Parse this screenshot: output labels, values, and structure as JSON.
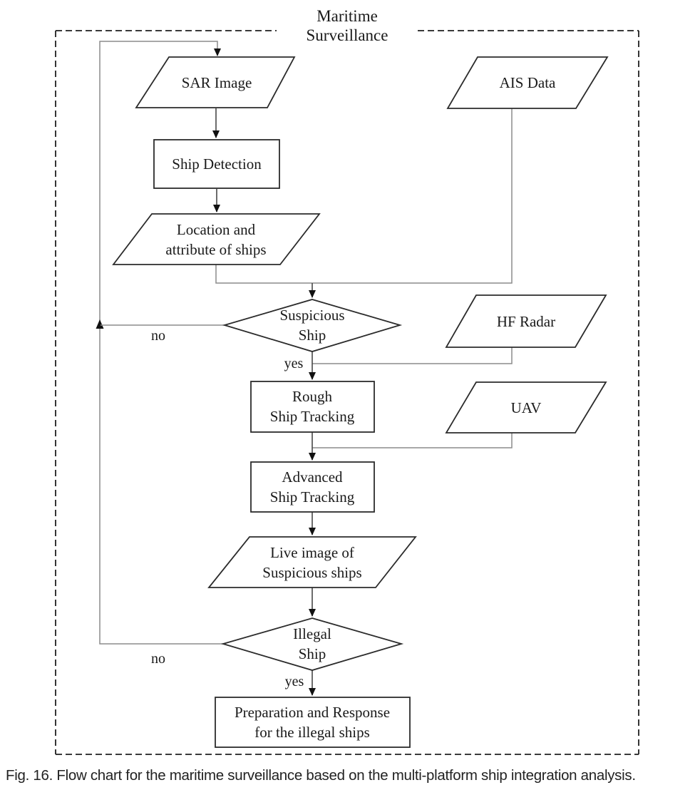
{
  "figure": {
    "title_line1": "Maritime",
    "title_line2": "Surveillance",
    "caption": "Fig. 16.  Flow chart for the maritime surveillance based on the multi-platform ship integration analysis."
  },
  "nodes": {
    "sar_image": {
      "type": "parallelogram-io",
      "label": "SAR Image"
    },
    "ais_data": {
      "type": "parallelogram-io",
      "label": "AIS Data"
    },
    "ship_detection": {
      "type": "process",
      "label": "Ship Detection"
    },
    "location_attribute": {
      "type": "parallelogram-io",
      "line1": "Location and",
      "line2": "attribute of ships"
    },
    "suspicious_ship": {
      "type": "decision",
      "line1": "Suspicious",
      "line2": "Ship"
    },
    "hf_radar": {
      "type": "parallelogram-io",
      "label": "HF Radar"
    },
    "rough_ship_tracking": {
      "type": "process",
      "line1": "Rough",
      "line2": "Ship Tracking"
    },
    "uav": {
      "type": "parallelogram-io",
      "label": "UAV"
    },
    "advanced_ship_tracking": {
      "type": "process",
      "line1": "Advanced",
      "line2": "Ship Tracking"
    },
    "live_image": {
      "type": "parallelogram-io",
      "line1": "Live image of",
      "line2": "Suspicious ships"
    },
    "illegal_ship": {
      "type": "decision",
      "line1": "Illegal",
      "line2": "Ship"
    },
    "preparation_response": {
      "type": "process",
      "line1": "Preparation and Response",
      "line2": "for the illegal ships"
    }
  },
  "edge_labels": {
    "suspicious_no": "no",
    "suspicious_yes": "yes",
    "illegal_no": "no",
    "illegal_yes": "yes"
  },
  "colors": {
    "background": "#ffffff",
    "shape_stroke": "#2b2b2b",
    "connector": "#8c8c8c",
    "connector_dark": "#474747",
    "arrow": "#111111",
    "text": "#1a1a1a",
    "border_dash": "#1f1f1f"
  }
}
